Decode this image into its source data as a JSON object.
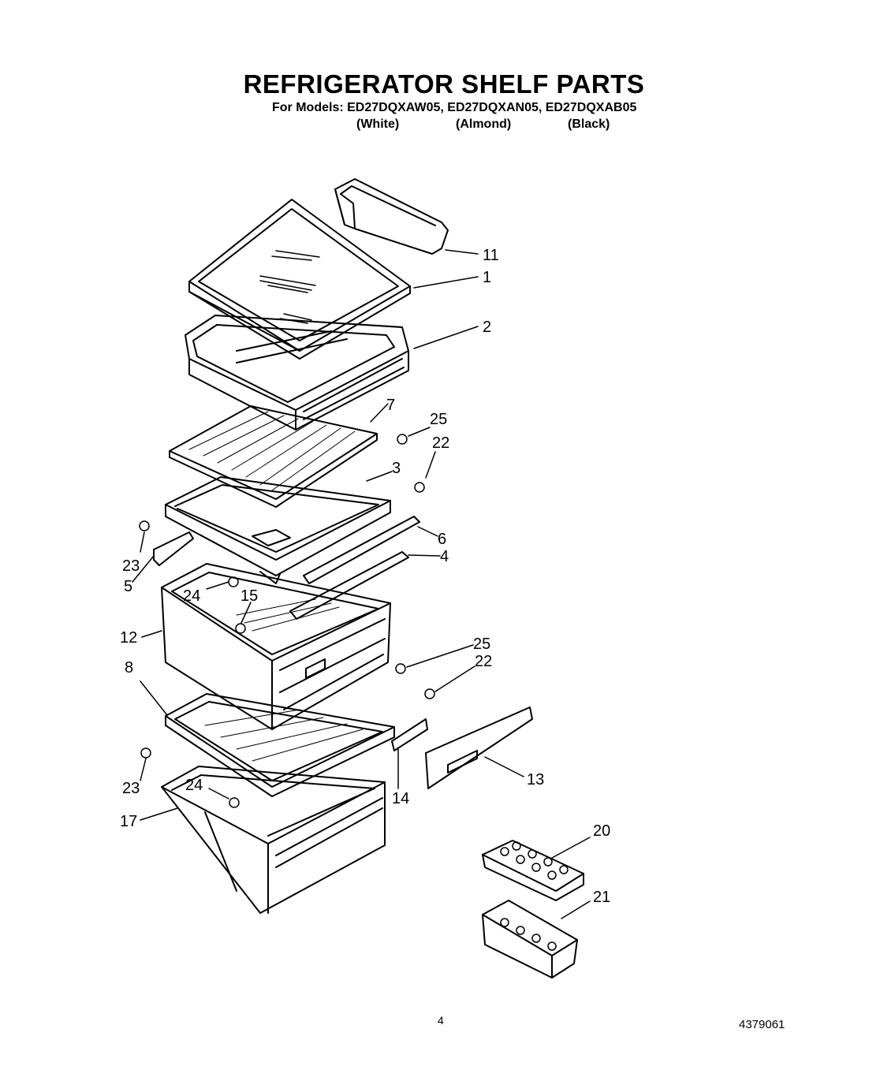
{
  "header": {
    "title": "REFRIGERATOR SHELF PARTS",
    "models": "For Models: ED27DQXAW05, ED27DQXAN05, ED27DQXAB05",
    "colors": [
      "(White)",
      "(Almond)",
      "(Black)"
    ]
  },
  "callouts": [
    "11",
    "1",
    "2",
    "7",
    "25",
    "22",
    "3",
    "6",
    "4",
    "23",
    "5",
    "24",
    "15",
    "12",
    "25",
    "22",
    "8",
    "13",
    "14",
    "23",
    "24",
    "17",
    "20",
    "21"
  ],
  "footer": {
    "page_number": "4",
    "document_number": "4379061"
  }
}
